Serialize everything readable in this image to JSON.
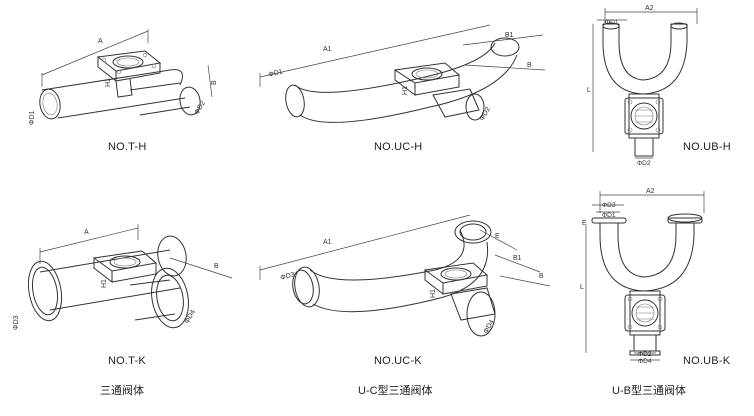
{
  "figures": {
    "t_h": {
      "caption": "NO.T-H",
      "dims": {
        "a": "A",
        "d1": "ΦD1",
        "d2": "ΦD2",
        "h1": "H1",
        "b": "B"
      }
    },
    "uc_h": {
      "caption": "NO.UC-H",
      "dims": {
        "a1": "A1",
        "b1": "B1",
        "b": "B",
        "d1": "ΦD1",
        "d2": "ΦD2",
        "h1": "H1"
      }
    },
    "ub_h": {
      "caption": "NO.UB-H",
      "dims": {
        "a2": "A2",
        "d1": "ΦD1",
        "l": "L",
        "d2": "ΦD2"
      }
    },
    "t_k": {
      "caption": "NO.T-K",
      "dims": {
        "a": "A",
        "b": "B",
        "d3": "ΦD3",
        "d4": "ΦD4",
        "h1": "H1"
      }
    },
    "uc_k": {
      "caption": "NO.UC-K",
      "dims": {
        "a1": "A1",
        "e": "E",
        "b1": "B1",
        "b": "B",
        "d3": "ΦD3",
        "d4": "ΦD4",
        "h1": "H1"
      }
    },
    "ub_k": {
      "caption": "NO.UB-K",
      "dims": {
        "a2": "A2",
        "d3": "ΦD3",
        "d1": "ΦD1",
        "e": "E",
        "l": "L",
        "d2": "ΦD2",
        "d4": "ΦD4"
      }
    }
  },
  "groups": {
    "tee": "三通阀体",
    "uc": "U-C型三通阀体",
    "ub": "U-B型三通阀体"
  }
}
